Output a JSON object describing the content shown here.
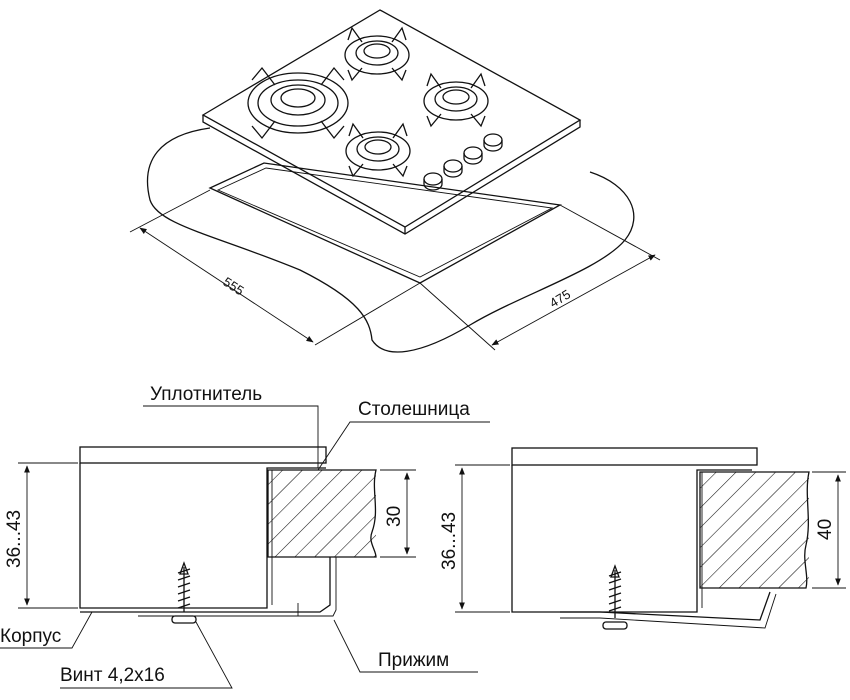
{
  "dimensions": {
    "width": "555",
    "depth": "475",
    "thickness_left": "30",
    "thickness_right": "40",
    "height_left": "36...43",
    "height_right": "36...43"
  },
  "labels": {
    "seal": "Уплотнитель",
    "countertop": "Столешница",
    "body": "Корпус",
    "screw": "Винт 4,2х16",
    "clamp": "Прижим"
  }
}
